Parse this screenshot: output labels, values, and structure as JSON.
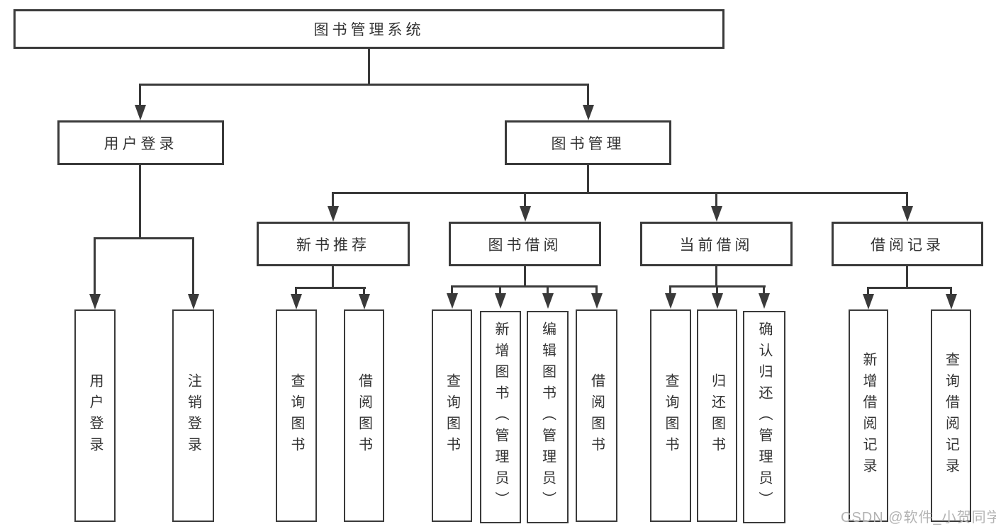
{
  "tree": {
    "root": "图书管理系统",
    "branches": {
      "user": {
        "label": "用户登录",
        "children": [
          "用户登录",
          "注销登录"
        ]
      },
      "book": {
        "label": "图书管理",
        "children": [
          {
            "label": "新书推荐",
            "children": [
              "查询图书",
              "借阅图书"
            ]
          },
          {
            "label": "图书借阅",
            "children": [
              "查询图书",
              "新增图书（管理员）",
              "编辑图书（管理员）",
              "借阅图书"
            ]
          },
          {
            "label": "当前借阅",
            "children": [
              "查询图书",
              "归还图书",
              "确认归还（管理员）"
            ]
          },
          {
            "label": "借阅记录",
            "children": [
              "新增借阅记录",
              "查询借阅记录"
            ]
          }
        ]
      }
    }
  },
  "watermark": "CSDN @软件_小贺同学",
  "colors": {
    "line": "#3a3a3a",
    "box_border": "#3a3a3a",
    "box_fill": "#ffffff",
    "text": "#333333",
    "watermark": "#b3b3b3"
  }
}
